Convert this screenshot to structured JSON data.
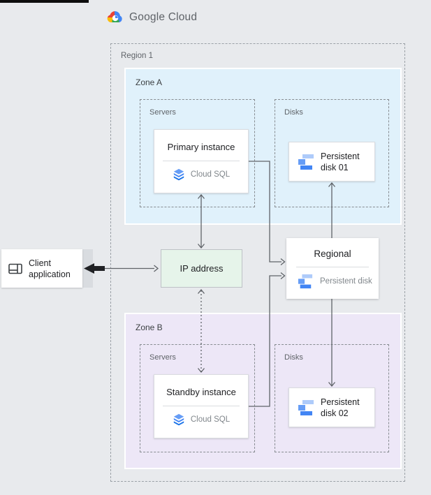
{
  "logo": {
    "text": "Google Cloud"
  },
  "region": {
    "label": "Region 1"
  },
  "zone_a": {
    "label": "Zone A",
    "servers_label": "Servers",
    "disks_label": "Disks"
  },
  "zone_b": {
    "label": "Zone B",
    "servers_label": "Servers",
    "disks_label": "Disks"
  },
  "primary": {
    "title": "Primary instance",
    "product": "Cloud SQL"
  },
  "standby": {
    "title": "Standby instance",
    "product": "Cloud SQL"
  },
  "disk01": {
    "line1": "Persistent",
    "line2": "disk 01"
  },
  "disk02": {
    "line1": "Persistent",
    "line2": "disk 02"
  },
  "regional": {
    "title": "Regional",
    "product": "Persistent disk"
  },
  "ip": {
    "label": "IP address"
  },
  "client": {
    "line1": "Client",
    "line2": "application"
  },
  "colors": {
    "canvas_bg": "#E8EAED",
    "zone_a_bg": "#E0F1FB",
    "zone_b_bg": "#EDE7F7",
    "ip_bg": "#E6F4EA",
    "connector": "#5F6368",
    "blue_light": "#AECBFA",
    "blue_mid": "#669DF6",
    "blue": "#4285F4",
    "blue_dark": "#1A73E8"
  }
}
